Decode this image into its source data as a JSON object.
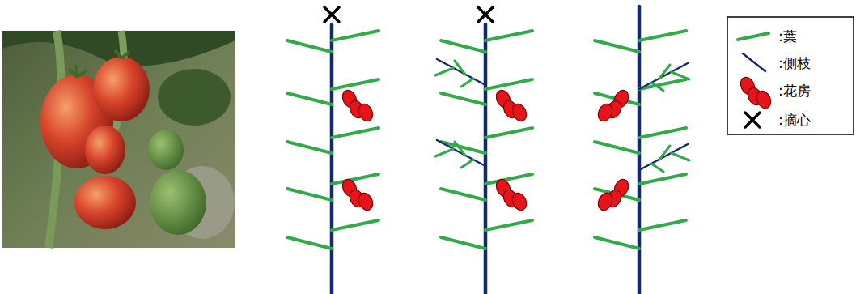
{
  "diagram": {
    "legend": [
      {
        "text": ":葉"
      },
      {
        "text": ":側枝"
      },
      {
        "text": ":花房"
      },
      {
        "text": ":摘心"
      }
    ]
  }
}
